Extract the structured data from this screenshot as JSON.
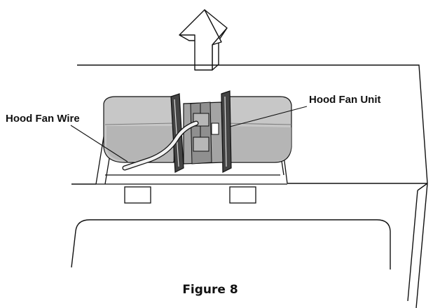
{
  "labels": {
    "hood_fan_wire": "Hood Fan Wire",
    "hood_fan_unit": "Hood Fan Unit"
  },
  "caption": "Figure 8",
  "colors": {
    "line": "#111111",
    "fan_body": "#c7c7c7",
    "fan_dark": "#8a8a8a",
    "motor_hub": "#a4a4a4"
  },
  "icons": {
    "direction_arrow": "up-arrow-outline-icon"
  }
}
